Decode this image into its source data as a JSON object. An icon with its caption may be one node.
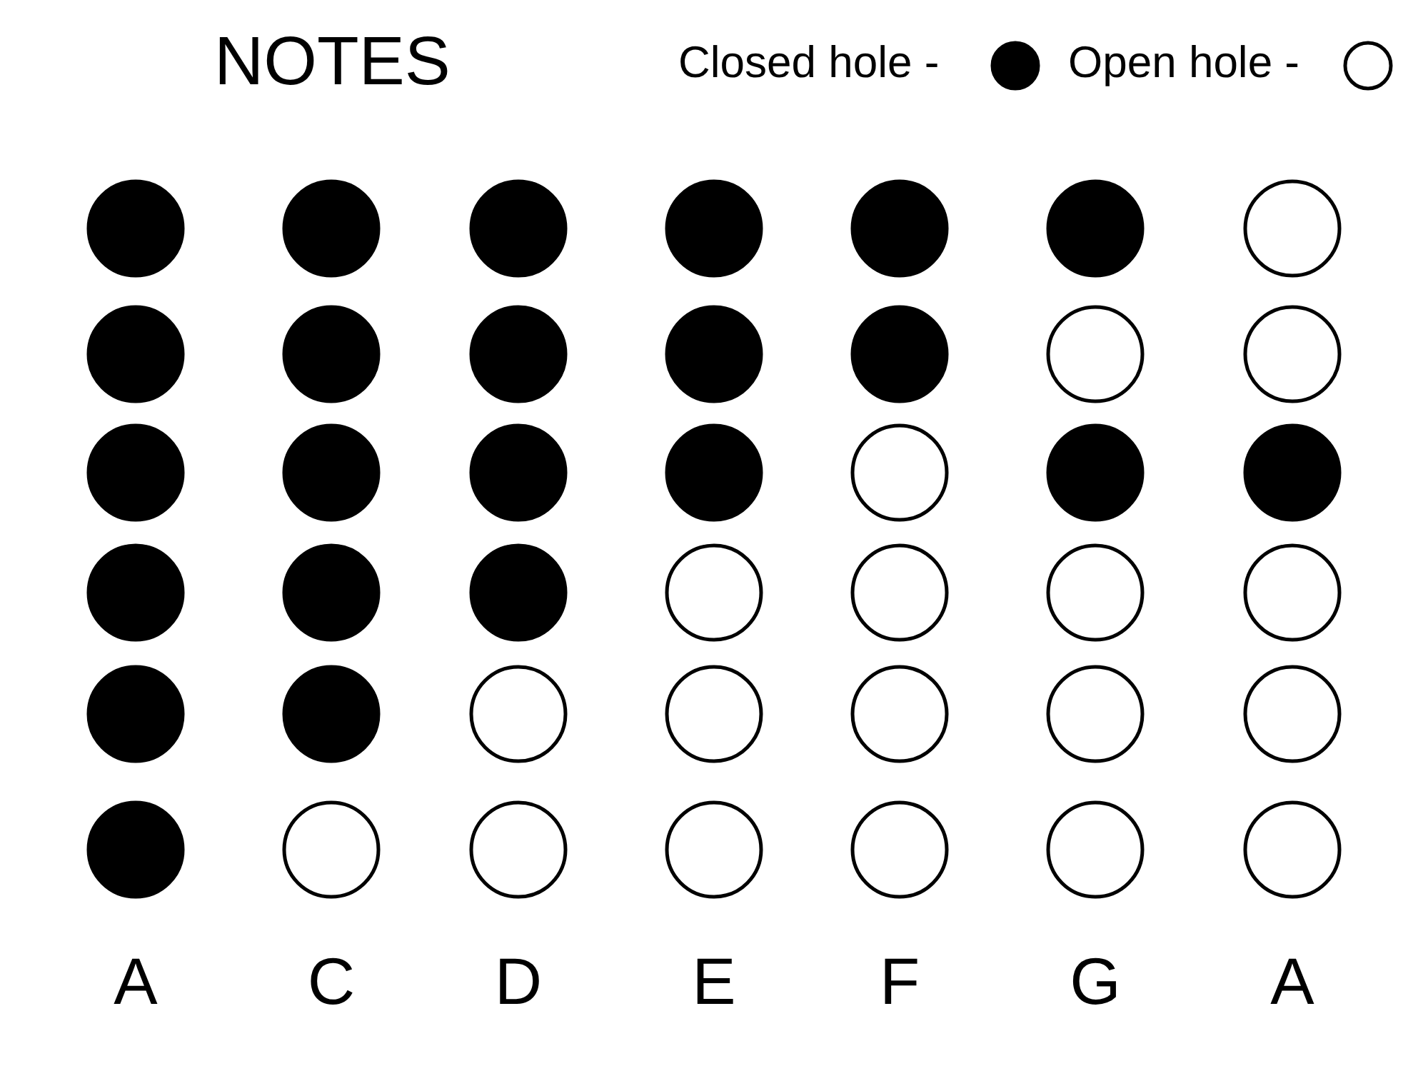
{
  "diagram": {
    "title": "NOTES",
    "nodes": [
      {
        "text": [],
        "shape": "circle"
      },
      {
        "text": [],
        "shape": "circle"
      },
      {
        "text": [],
        "shape": "circle"
      },
      {
        "text": [],
        "shape": "circle"
      },
      {
        "text": [],
        "shape": "circle"
      },
      {
        "text": [],
        "shape": "circle"
      },
      {
        "text": [],
        "shape": "circle"
      },
      {
        "text": [],
        "shape": "circle"
      },
      {
        "text": [],
        "shape": "circle"
      },
      {
        "text": [],
        "shape": "circle"
      },
      {
        "text": [],
        "shape": "circle"
      },
      {
        "text": [],
        "shape": "circle"
      },
      {
        "text": [],
        "shape": "circle"
      },
      {
        "text": [],
        "shape": "circle"
      },
      {
        "text": [],
        "shape": "circle"
      },
      {
        "text": [],
        "shape": "circle"
      },
      {
        "text": [],
        "shape": "circle"
      },
      {
        "text": [],
        "shape": "circle"
      },
      {
        "text": [],
        "shape": "circle"
      },
      {
        "text": [],
        "shape": "circle"
      },
      {
        "text": [],
        "shape": "circle"
      },
      {
        "text": [],
        "shape": "circle"
      },
      {
        "text": [],
        "shape": "circle"
      },
      {
        "text": [],
        "shape": "circle"
      },
      {
        "text": [],
        "shape": "circle"
      },
      {
        "text": [],
        "shape": "circle"
      },
      {
        "text": [],
        "shape": "circle"
      },
      {
        "text": [],
        "shape": "circle"
      },
      {
        "text": [],
        "shape": "circle"
      },
      {
        "text": [],
        "shape": "circle"
      },
      {
        "text": [],
        "shape": "circle"
      },
      {
        "text": [],
        "shape": "circle"
      },
      {
        "text": [],
        "shape": "circle"
      },
      {
        "text": [],
        "shape": "circle"
      },
      {
        "text": [],
        "shape": "circle"
      },
      {
        "text": [],
        "shape": "circle"
      },
      {
        "text": [],
        "shape": "circle"
      },
      {
        "text": [],
        "shape": "circle"
      },
      {
        "text": [],
        "shape": "circle"
      },
      {
        "text": [],
        "shape": "circle"
      },
      {
        "text": [],
        "shape": "circle"
      },
      {
        "text": [],
        "shape": "circle"
      }
    ],
    "labels": [
      "A",
      "C",
      "D",
      "E",
      "F",
      "G",
      "A"
    ],
    "legend": [
      {
        "text": "Closed hole -"
      },
      {
        "text": "Open hole -"
      }
    ]
  }
}
